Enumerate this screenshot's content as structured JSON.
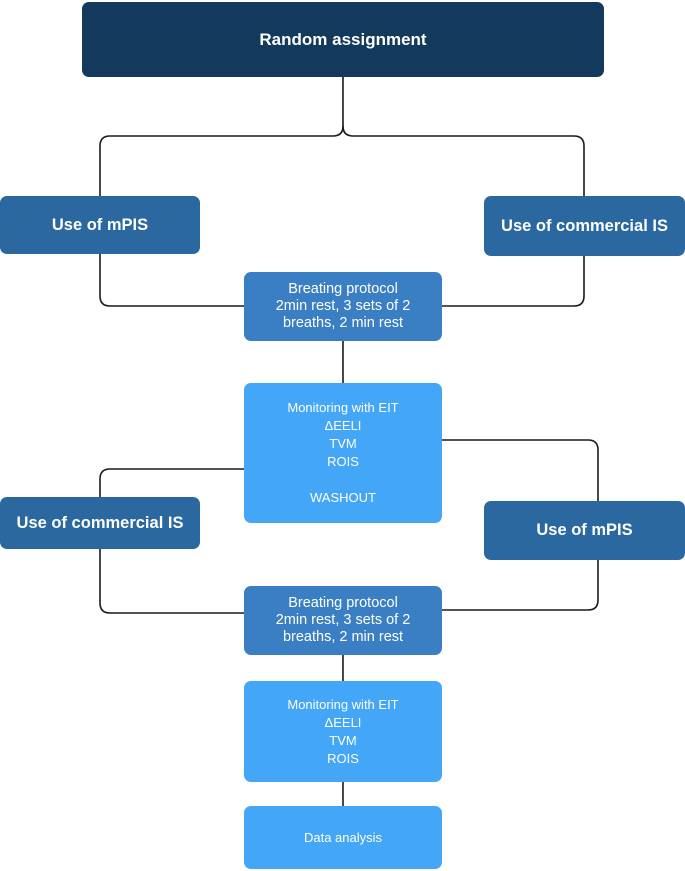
{
  "title_box": {
    "label": "Random assignment"
  },
  "arm_left_1": {
    "label": "Use of mPIS"
  },
  "arm_right_1": {
    "label": "Use of commercial IS"
  },
  "protocol_1": {
    "lines": [
      "Breating protocol",
      "2min rest, 3 sets of 2",
      "breaths, 2 min rest"
    ]
  },
  "monitoring_1": {
    "lines": [
      "Monitoring with EIT",
      "ΔEELI",
      "TVM",
      "ROIS"
    ],
    "washout": "WASHOUT"
  },
  "arm_left_2": {
    "label": "Use of commercial IS"
  },
  "arm_right_2": {
    "label": "Use of mPIS"
  },
  "protocol_2": {
    "lines": [
      "Breating protocol",
      "2min rest, 3 sets of 2",
      "breaths, 2 min rest"
    ]
  },
  "monitoring_2": {
    "lines": [
      "Monitoring with EIT",
      "ΔEELI",
      "TVM",
      "ROIS"
    ]
  },
  "analysis": {
    "label": "Data analysis"
  },
  "colors": {
    "dark": "#133a5c",
    "mid": "#2a689f",
    "protocol": "#3a7fc4",
    "light": "#44a6f7",
    "line": "#1a1a1a"
  }
}
